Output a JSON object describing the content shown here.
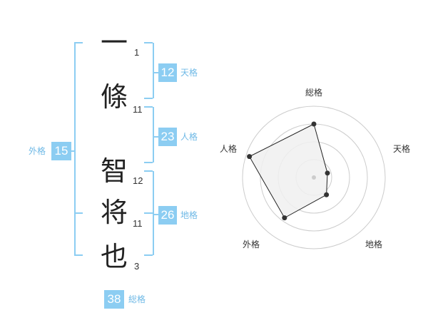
{
  "name": {
    "chars": [
      {
        "char": "一",
        "strokes": "1"
      },
      {
        "char": "條",
        "strokes": "11"
      },
      {
        "char": "智",
        "strokes": "12"
      },
      {
        "char": "将",
        "strokes": "11"
      },
      {
        "char": "也",
        "strokes": "3"
      }
    ]
  },
  "fortune": {
    "tenkaku": {
      "value": "12",
      "label": "天格"
    },
    "jinkaku": {
      "value": "23",
      "label": "人格"
    },
    "chikaku": {
      "value": "26",
      "label": "地格"
    },
    "gaikaku": {
      "value": "15",
      "label": "外格"
    },
    "soukaku": {
      "value": "38",
      "label": "総格"
    }
  },
  "chart_data": {
    "type": "radar",
    "axes": [
      "総格",
      "天格",
      "地格",
      "外格",
      "人格"
    ],
    "values": [
      0.75,
      0.2,
      0.3,
      0.7,
      0.95
    ],
    "range": [
      0,
      1
    ],
    "rings": 4,
    "colors": {
      "fill": "#f0f0f0",
      "line": "#222222",
      "grid": "#cccccc",
      "point": "#333333"
    }
  },
  "colors": {
    "accent": "#8ccdf2",
    "label": "#6fb9e6"
  }
}
